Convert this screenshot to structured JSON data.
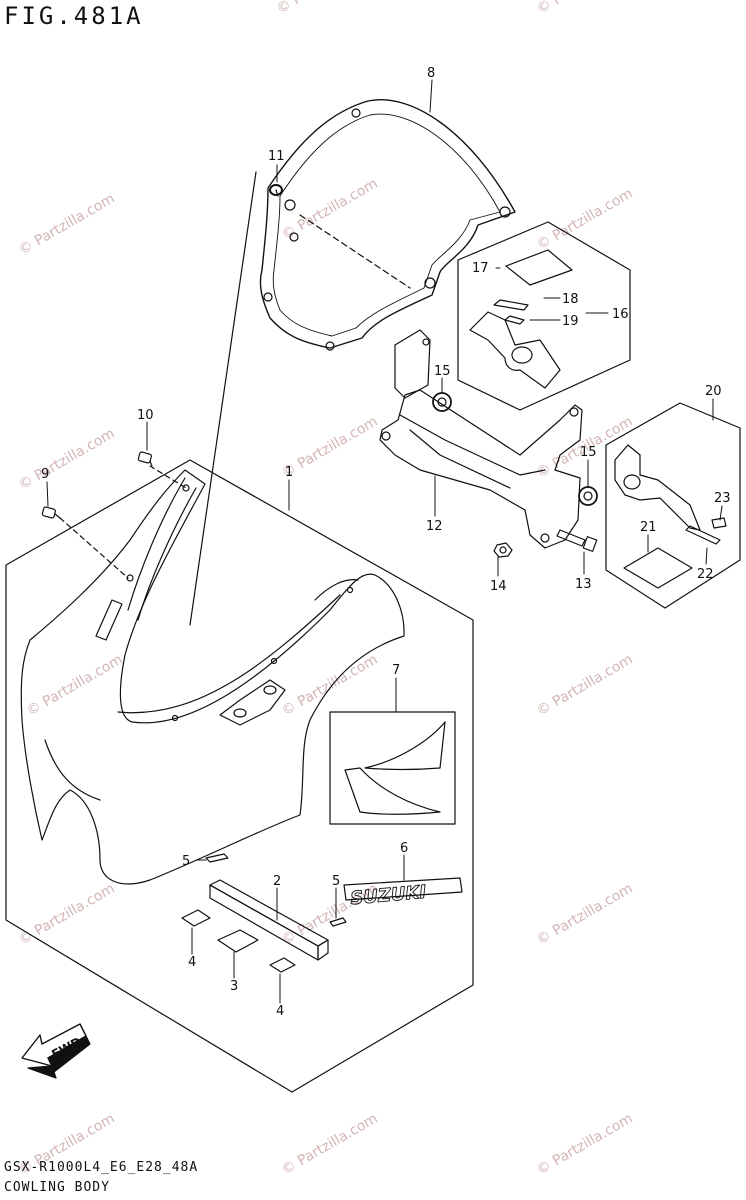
{
  "figure": {
    "title": "FIG.481A",
    "code": "GSX-R1000L4_E6_E28_48A",
    "name": "COWLING BODY"
  },
  "watermark": {
    "text": "© Partzilla.com",
    "color": "#d3b5b5"
  },
  "fwd_label": "FWD",
  "brand_decal": "SUZUKI",
  "callouts": [
    {
      "id": "callout-8",
      "label": "8"
    },
    {
      "id": "callout-11",
      "label": "11"
    },
    {
      "id": "callout-17",
      "label": "17"
    },
    {
      "id": "callout-18",
      "label": "18"
    },
    {
      "id": "callout-19",
      "label": "19"
    },
    {
      "id": "callout-16",
      "label": "16"
    },
    {
      "id": "callout-15a",
      "label": "15"
    },
    {
      "id": "callout-10",
      "label": "10"
    },
    {
      "id": "callout-1",
      "label": "1"
    },
    {
      "id": "callout-9",
      "label": "9"
    },
    {
      "id": "callout-20",
      "label": "20"
    },
    {
      "id": "callout-15b",
      "label": "15"
    },
    {
      "id": "callout-23",
      "label": "23"
    },
    {
      "id": "callout-12",
      "label": "12"
    },
    {
      "id": "callout-21",
      "label": "21"
    },
    {
      "id": "callout-22",
      "label": "22"
    },
    {
      "id": "callout-14",
      "label": "14"
    },
    {
      "id": "callout-13",
      "label": "13"
    },
    {
      "id": "callout-7",
      "label": "7"
    },
    {
      "id": "callout-5a",
      "label": "5"
    },
    {
      "id": "callout-6",
      "label": "6"
    },
    {
      "id": "callout-2",
      "label": "2"
    },
    {
      "id": "callout-5b",
      "label": "5"
    },
    {
      "id": "callout-4a",
      "label": "4"
    },
    {
      "id": "callout-3",
      "label": "3"
    },
    {
      "id": "callout-4b",
      "label": "4"
    }
  ]
}
